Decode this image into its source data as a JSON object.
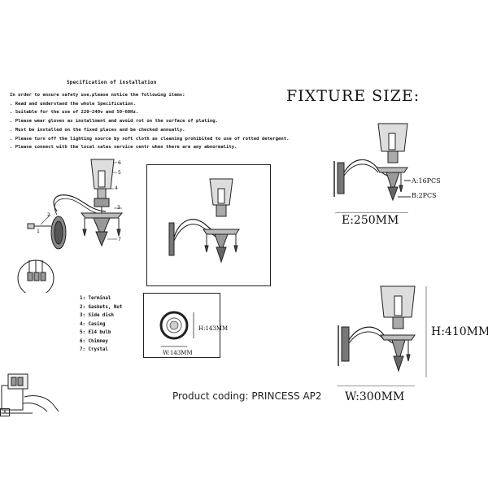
{
  "spec": {
    "title": "Specification of installation",
    "items": [
      "In order to ensure safety use,please notice the following items:",
      ". Read and understand the whole Specification.",
      ". Suitable for the use of 220~240v and 50~60Hz.",
      ". Please wear gloves as installment and avoid rot on the surface of plating.",
      ". Must be installed on the fixed places and be checked annually.",
      ". Please turn off the lighting source by soft cloth as cleaning prohibited to use of rotted detergent.",
      ". Please connect with the local sales service centr when there are any abnormality."
    ]
  },
  "callouts": {
    "n1": "1",
    "n2": "2",
    "n3": "3",
    "n4": "4",
    "n5": "5",
    "n6": "6",
    "n7": "7"
  },
  "parts": [
    "1: Terminal",
    "2: Gaskets, Nut",
    "3: Side dish",
    "4: Casing",
    "5: E14 bulb",
    "6: Chimney",
    "7: Crystal"
  ],
  "base": {
    "height": "H:143MM",
    "width": "W:143MM"
  },
  "fixture": {
    "title": "FIXTURE SIZE:",
    "label_a": "A:16PCS",
    "label_b": "B:2PCS",
    "extension": "E:250MM",
    "height": "H:410MM",
    "width": "W:300MM"
  },
  "product": "Product coding: PRINCESS AP2",
  "corner_label": "A"
}
